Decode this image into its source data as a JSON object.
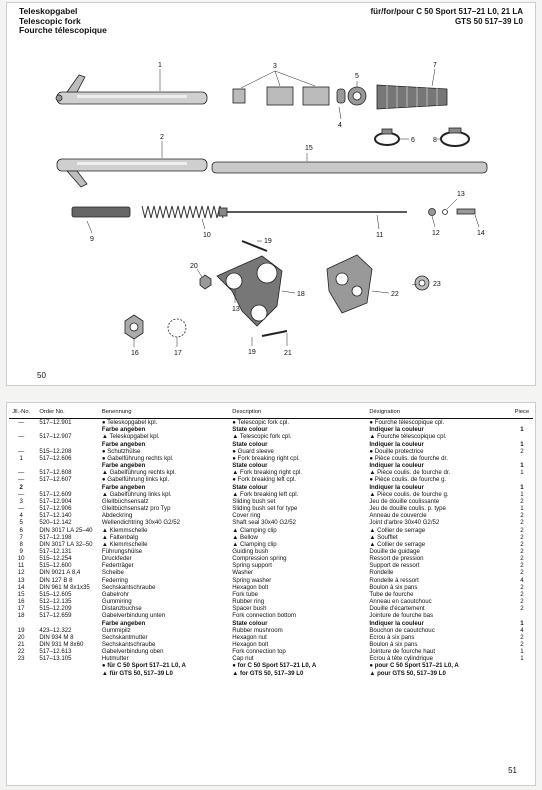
{
  "header": {
    "title_de": "Teleskopgabel",
    "title_en": "Telescopic fork",
    "title_fr": "Fourche télescopique",
    "models_line1": "für/for/pour C 50 Sport 517–21 L0, 21 LA",
    "models_line2": "GTS 50 517–39 L0"
  },
  "page_left": "50",
  "page_right": "51",
  "diagram": {
    "callouts": [
      "1",
      "2",
      "3",
      "4",
      "5",
      "6",
      "7",
      "8",
      "9",
      "10",
      "11",
      "12",
      "13",
      "14",
      "15",
      "16",
      "17",
      "18",
      "19",
      "20",
      "21",
      "22",
      "23"
    ]
  },
  "table": {
    "headers": {
      "pos": "Jll.-No.",
      "order": "Order No.",
      "de": "Benennung",
      "en": "Description",
      "fr": "Désignation",
      "qty": "Piece"
    },
    "rows": [
      {
        "pos": "—",
        "order": "517–12.901",
        "de": "● Teleskopgabel kpl.",
        "en": "● Telescopic fork cpl.",
        "fr": "● Fourche télescopique cpl.",
        "qty": ""
      },
      {
        "pos": "",
        "order": "",
        "de": "Farbe angeben",
        "en": "State colour",
        "fr": "Indiquer la couleur",
        "qty": "1",
        "bold": true
      },
      {
        "pos": "—",
        "order": "517–12.907",
        "de": "▲ Teleskopgabel kpl.",
        "en": "▲ Telescopic fork cpl.",
        "fr": "▲ Fourche télescopique cpl.",
        "qty": ""
      },
      {
        "pos": "",
        "order": "",
        "de": "Farbe angeben",
        "en": "State colour",
        "fr": "Indiquer la couleur",
        "qty": "1",
        "bold": true
      },
      {
        "pos": "—",
        "order": "515–12.208",
        "de": "● Schutzhülse",
        "en": "● Guard sleeve",
        "fr": "● Douille protectrice",
        "qty": "2"
      },
      {
        "pos": "1",
        "order": "517–12.606",
        "de": "● Gabelführung rechts kpl.",
        "en": "● Fork breaking right cpl.",
        "fr": "● Pièce coulis. de fourche dr.",
        "qty": ""
      },
      {
        "pos": "",
        "order": "",
        "de": "Farbe angeben",
        "en": "State colour",
        "fr": "Indiquer la couleur",
        "qty": "1",
        "bold": true
      },
      {
        "pos": "—",
        "order": "517–12.608",
        "de": "▲ Gabelführung rechts kpl.",
        "en": "▲ Fork breaking right cpl.",
        "fr": "▲ Pièce coulis. de fourche dr.",
        "qty": "1"
      },
      {
        "pos": "—",
        "order": "517–12.607",
        "de": "● Gabelführung links kpl.",
        "en": "● Fork breaking left cpl.",
        "fr": "● Pièce coulis. de fourche g.",
        "qty": ""
      },
      {
        "pos": "2",
        "order": "",
        "de": "Farbe angeben",
        "en": "State colour",
        "fr": "Indiquer la couleur",
        "qty": "1",
        "bold": true
      },
      {
        "pos": "—",
        "order": "517–12.609",
        "de": "▲ Gabelführung links kpl.",
        "en": "▲ Fork breaking left cpl.",
        "fr": "▲ Pièce coulis. de fourche g.",
        "qty": "1"
      },
      {
        "pos": "3",
        "order": "517–12.904",
        "de": "Gleitbüchsensatz",
        "en": "Sliding bush set",
        "fr": "Jeu de douille coulissante",
        "qty": "2"
      },
      {
        "pos": "—",
        "order": "517–12.906",
        "de": "Gleitbüchsensatz pro Typ",
        "en": "Sliding bush set for type",
        "fr": "Jeu de douille coulis. p. type",
        "qty": "1"
      },
      {
        "pos": "4",
        "order": "517–12.140",
        "de": "Abdeckring",
        "en": "Cover ring",
        "fr": "Anneau de couvercle",
        "qty": "2"
      },
      {
        "pos": "5",
        "order": "520–12.142",
        "de": "Wellendichtring 30x40 G2/52",
        "en": "Shaft seal 30x40 G2/52",
        "fr": "Joint d'arbre 30x40 G2/52",
        "qty": "2"
      },
      {
        "pos": "6",
        "order": "DIN 3017 LA 25–40",
        "de": "▲ Klemmschelle",
        "en": "▲ Clamping clip",
        "fr": "▲ Collier de serrage",
        "qty": "2"
      },
      {
        "pos": "7",
        "order": "517–12.198",
        "de": "▲ Faltenbalg",
        "en": "▲ Bellow",
        "fr": "▲ Soufflet",
        "qty": "2"
      },
      {
        "pos": "8",
        "order": "DIN 3017 LA 32–50",
        "de": "▲ Klemmschelle",
        "en": "▲ Clamping clip",
        "fr": "▲ Collier de serrage",
        "qty": "2"
      },
      {
        "pos": "9",
        "order": "517–12.131",
        "de": "Führungshülse",
        "en": "Guiding bush",
        "fr": "Douille de guidage",
        "qty": "2"
      },
      {
        "pos": "10",
        "order": "515–12.254",
        "de": "Druckfeder",
        "en": "Compression spring",
        "fr": "Ressort de pression",
        "qty": "2"
      },
      {
        "pos": "11",
        "order": "515–12.600",
        "de": "Federträger",
        "en": "Spring support",
        "fr": "Support de ressort",
        "qty": "2"
      },
      {
        "pos": "12",
        "order": "DIN 9021 A 8,4",
        "de": "Scheibe",
        "en": "Washer",
        "fr": "Rondelle",
        "qty": "2"
      },
      {
        "pos": "13",
        "order": "DIN 127 B 8",
        "de": "Federring",
        "en": "Spring washer",
        "fr": "Rondelle à ressort",
        "qty": "4"
      },
      {
        "pos": "14",
        "order": "DIN 961 M 8x1x35",
        "de": "Sechskantschraube",
        "en": "Hexagon bolt",
        "fr": "Boulon à six pans",
        "qty": "2"
      },
      {
        "pos": "15",
        "order": "515–12.605",
        "de": "Gabelrohr",
        "en": "Fork tube",
        "fr": "Tube de fourche",
        "qty": "2"
      },
      {
        "pos": "16",
        "order": "512–12.135",
        "de": "Gummiring",
        "en": "Rubber ring",
        "fr": "Anneau en caoutchouc",
        "qty": "2"
      },
      {
        "pos": "17",
        "order": "515–12.209",
        "de": "Distanzbuchse",
        "en": "Spacer bush",
        "fr": "Douille d'écartement",
        "qty": "2"
      },
      {
        "pos": "18",
        "order": "517–12.659",
        "de": "Gabelverbindung unten",
        "en": "Fork connection bottom",
        "fr": "Jointure de fourche bas",
        "qty": ""
      },
      {
        "pos": "",
        "order": "",
        "de": "Farbe angeben",
        "en": "State colour",
        "fr": "Indiquer la couleur",
        "qty": "1",
        "bold": true
      },
      {
        "pos": "19",
        "order": "423–12.322",
        "de": "Gummipilz",
        "en": "Rubber mushroom",
        "fr": "Bouchon de caoutchouc",
        "qty": "4"
      },
      {
        "pos": "20",
        "order": "DIN 934 M 8",
        "de": "Sechskantmutter",
        "en": "Hexagon nut",
        "fr": "Ecrou à six pans",
        "qty": "2"
      },
      {
        "pos": "21",
        "order": "DIN 931 M 8x60",
        "de": "Sechskantschraube",
        "en": "Hexagon bolt",
        "fr": "Boulon à six pans",
        "qty": "2"
      },
      {
        "pos": "22",
        "order": "517–12.613",
        "de": "Gabelverbindung oben",
        "en": "Fork connection top",
        "fr": "Jointure de fourche haut",
        "qty": "1"
      },
      {
        "pos": "23",
        "order": "517–13.105",
        "de": "Hutmutter",
        "en": "Cap nut",
        "fr": "Ecrou à tête cylindrique",
        "qty": "1"
      },
      {
        "pos": "",
        "order": "",
        "de": "● für C 50 Sport 517–21 L0, A",
        "en": "● for C 50 Sport 517–21 L0, A",
        "fr": "● pour C 50 Sport 517–21 L0, A",
        "qty": "",
        "bold": true
      },
      {
        "pos": "",
        "order": "",
        "de": "▲ für GTS 50, 517–39 L0",
        "en": "▲ for GTS 50, 517–39 L0",
        "fr": "▲ pour GTS 50, 517–39 L0",
        "qty": "",
        "bold": true
      }
    ]
  }
}
